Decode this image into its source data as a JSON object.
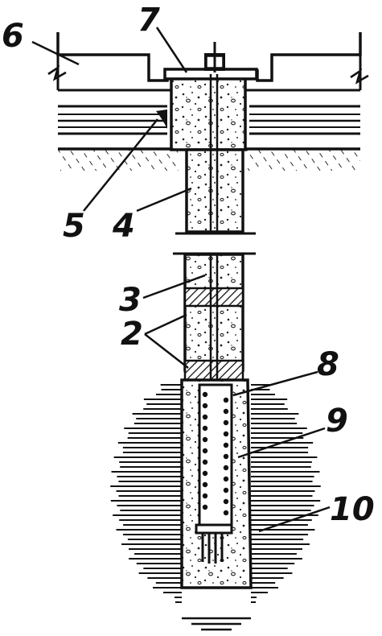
{
  "callouts": [
    {
      "id": "6",
      "text": "6"
    },
    {
      "id": "7",
      "text": "7"
    },
    {
      "id": "5",
      "text": "5"
    },
    {
      "id": "4",
      "text": "4"
    },
    {
      "id": "3",
      "text": "3"
    },
    {
      "id": "2",
      "text": "2"
    },
    {
      "id": "8",
      "text": "8"
    },
    {
      "id": "9",
      "text": "9"
    },
    {
      "id": "10",
      "text": "10"
    }
  ],
  "colors": {
    "ink": "#111111",
    "paper": "#ffffff"
  }
}
